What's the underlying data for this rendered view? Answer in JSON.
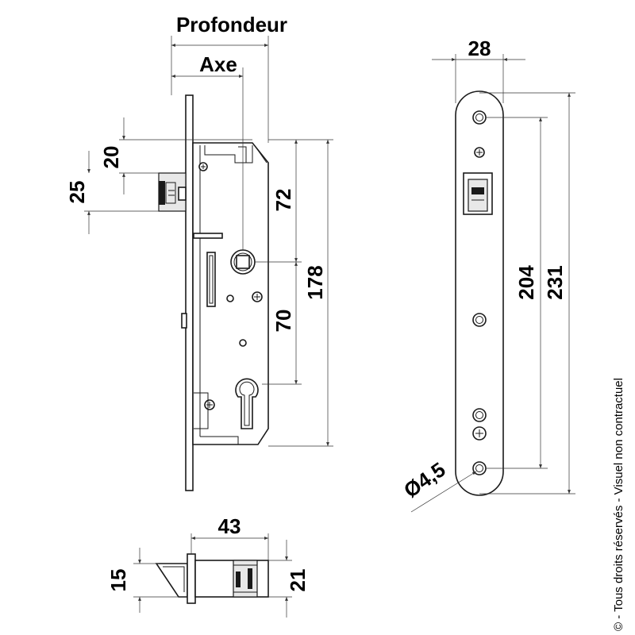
{
  "dimensions": {
    "profondeur": "Profondeur",
    "axe": "Axe",
    "d20": "20",
    "d25": "25",
    "d72": "72",
    "d178": "178",
    "d70": "70",
    "d28": "28",
    "d204": "204",
    "d231": "231",
    "d4_5": "Ø4,5",
    "d43": "43",
    "d15": "15",
    "d21": "21"
  },
  "copyright": "© - Tous droits réservés - Visuel non contractuel",
  "colors": {
    "line": "#1a1a1a",
    "dimension": "#333333",
    "background": "#ffffff"
  }
}
